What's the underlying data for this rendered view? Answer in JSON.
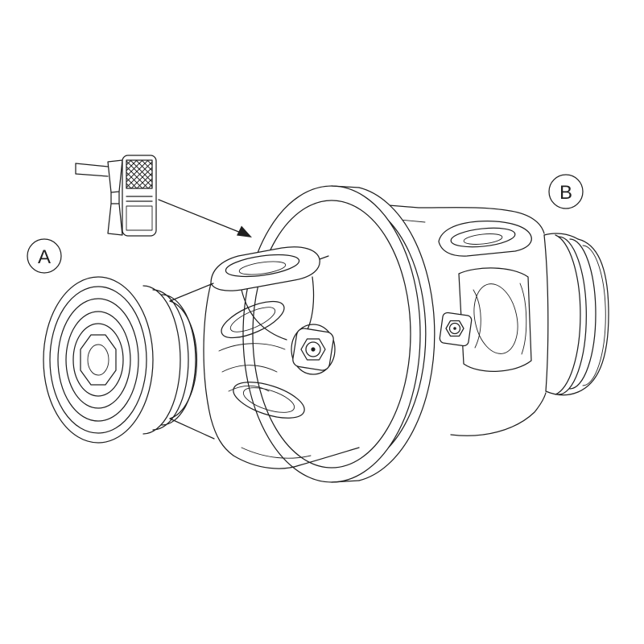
{
  "diagram": {
    "background_color": "#ffffff",
    "line_color": "#1f1f1f",
    "labels": {
      "a": "A",
      "b": "B"
    },
    "icons": {
      "leader_arrow": "filled-triangle-arrow",
      "callout_a": "circled-letter-badge",
      "callout_b": "circled-letter-badge"
    }
  }
}
